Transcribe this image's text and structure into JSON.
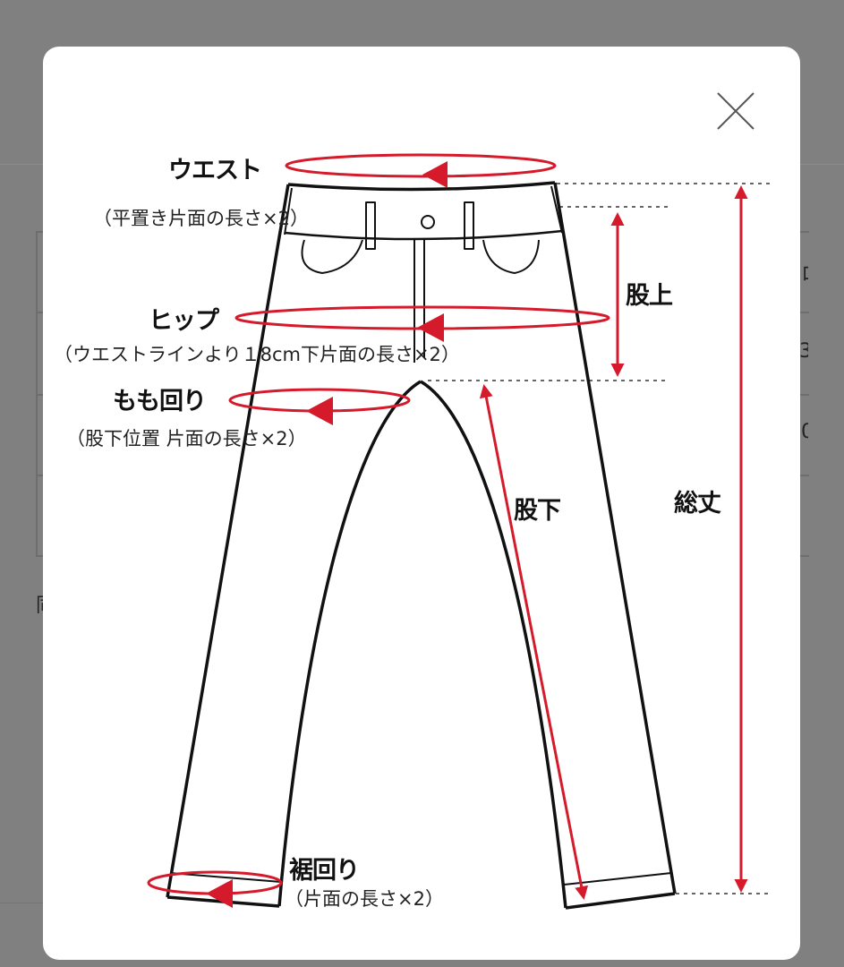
{
  "background": {
    "partial_chars": [
      "ロ",
      "3",
      "0",
      "同"
    ]
  },
  "modal": {
    "close_icon": "close-x-icon",
    "diagram": {
      "accent_color": "#d51a2b",
      "labels": {
        "waist": "ウエスト",
        "waist_note": "（平置き片面の長さ×2）",
        "hip": "ヒップ",
        "hip_note": "（ウエストラインより１8cm下片面の長さ×2）",
        "thigh": "もも回り",
        "thigh_note": "（股下位置 片面の長さ×2）",
        "rise": "股上",
        "inseam": "股下",
        "total_length": "総丈",
        "hem": "裾回り",
        "hem_note": "（片面の長さ×2）"
      }
    }
  }
}
